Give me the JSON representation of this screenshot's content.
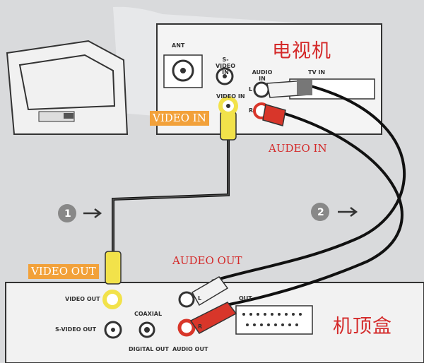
{
  "labels": {
    "tv": "电视机",
    "stb": "机顶盒",
    "video_in": "VIDEO IN",
    "audio_in": "AUDEO IN",
    "video_out": "VIDEO OUT",
    "audio_out": "AUDEO OUT"
  },
  "tv_panel": {
    "ant": "ANT",
    "s_video_in": "S-VIDEO IN",
    "audio_in": "AUDIO IN",
    "tv_in": "TV IN",
    "video_in": "VIDEO IN",
    "l": "L",
    "r": "R"
  },
  "stb_panel": {
    "video_out": "VIDEO OUT",
    "s_video_out": "S-VIDEO OUT",
    "coaxial": "COAXIAL",
    "digital_out": "DIGITAL OUT",
    "audio_out": "AUDIO OUT",
    "out": "OUT",
    "l": "L",
    "r": "R"
  },
  "steps": [
    "1",
    "2"
  ],
  "colors": {
    "accent_red": "#d42a2a",
    "accent_orange": "#f2a13a",
    "video_yellow": "#f2e24a",
    "audio_red": "#d8362a",
    "audio_white": "#f2f2f2"
  }
}
